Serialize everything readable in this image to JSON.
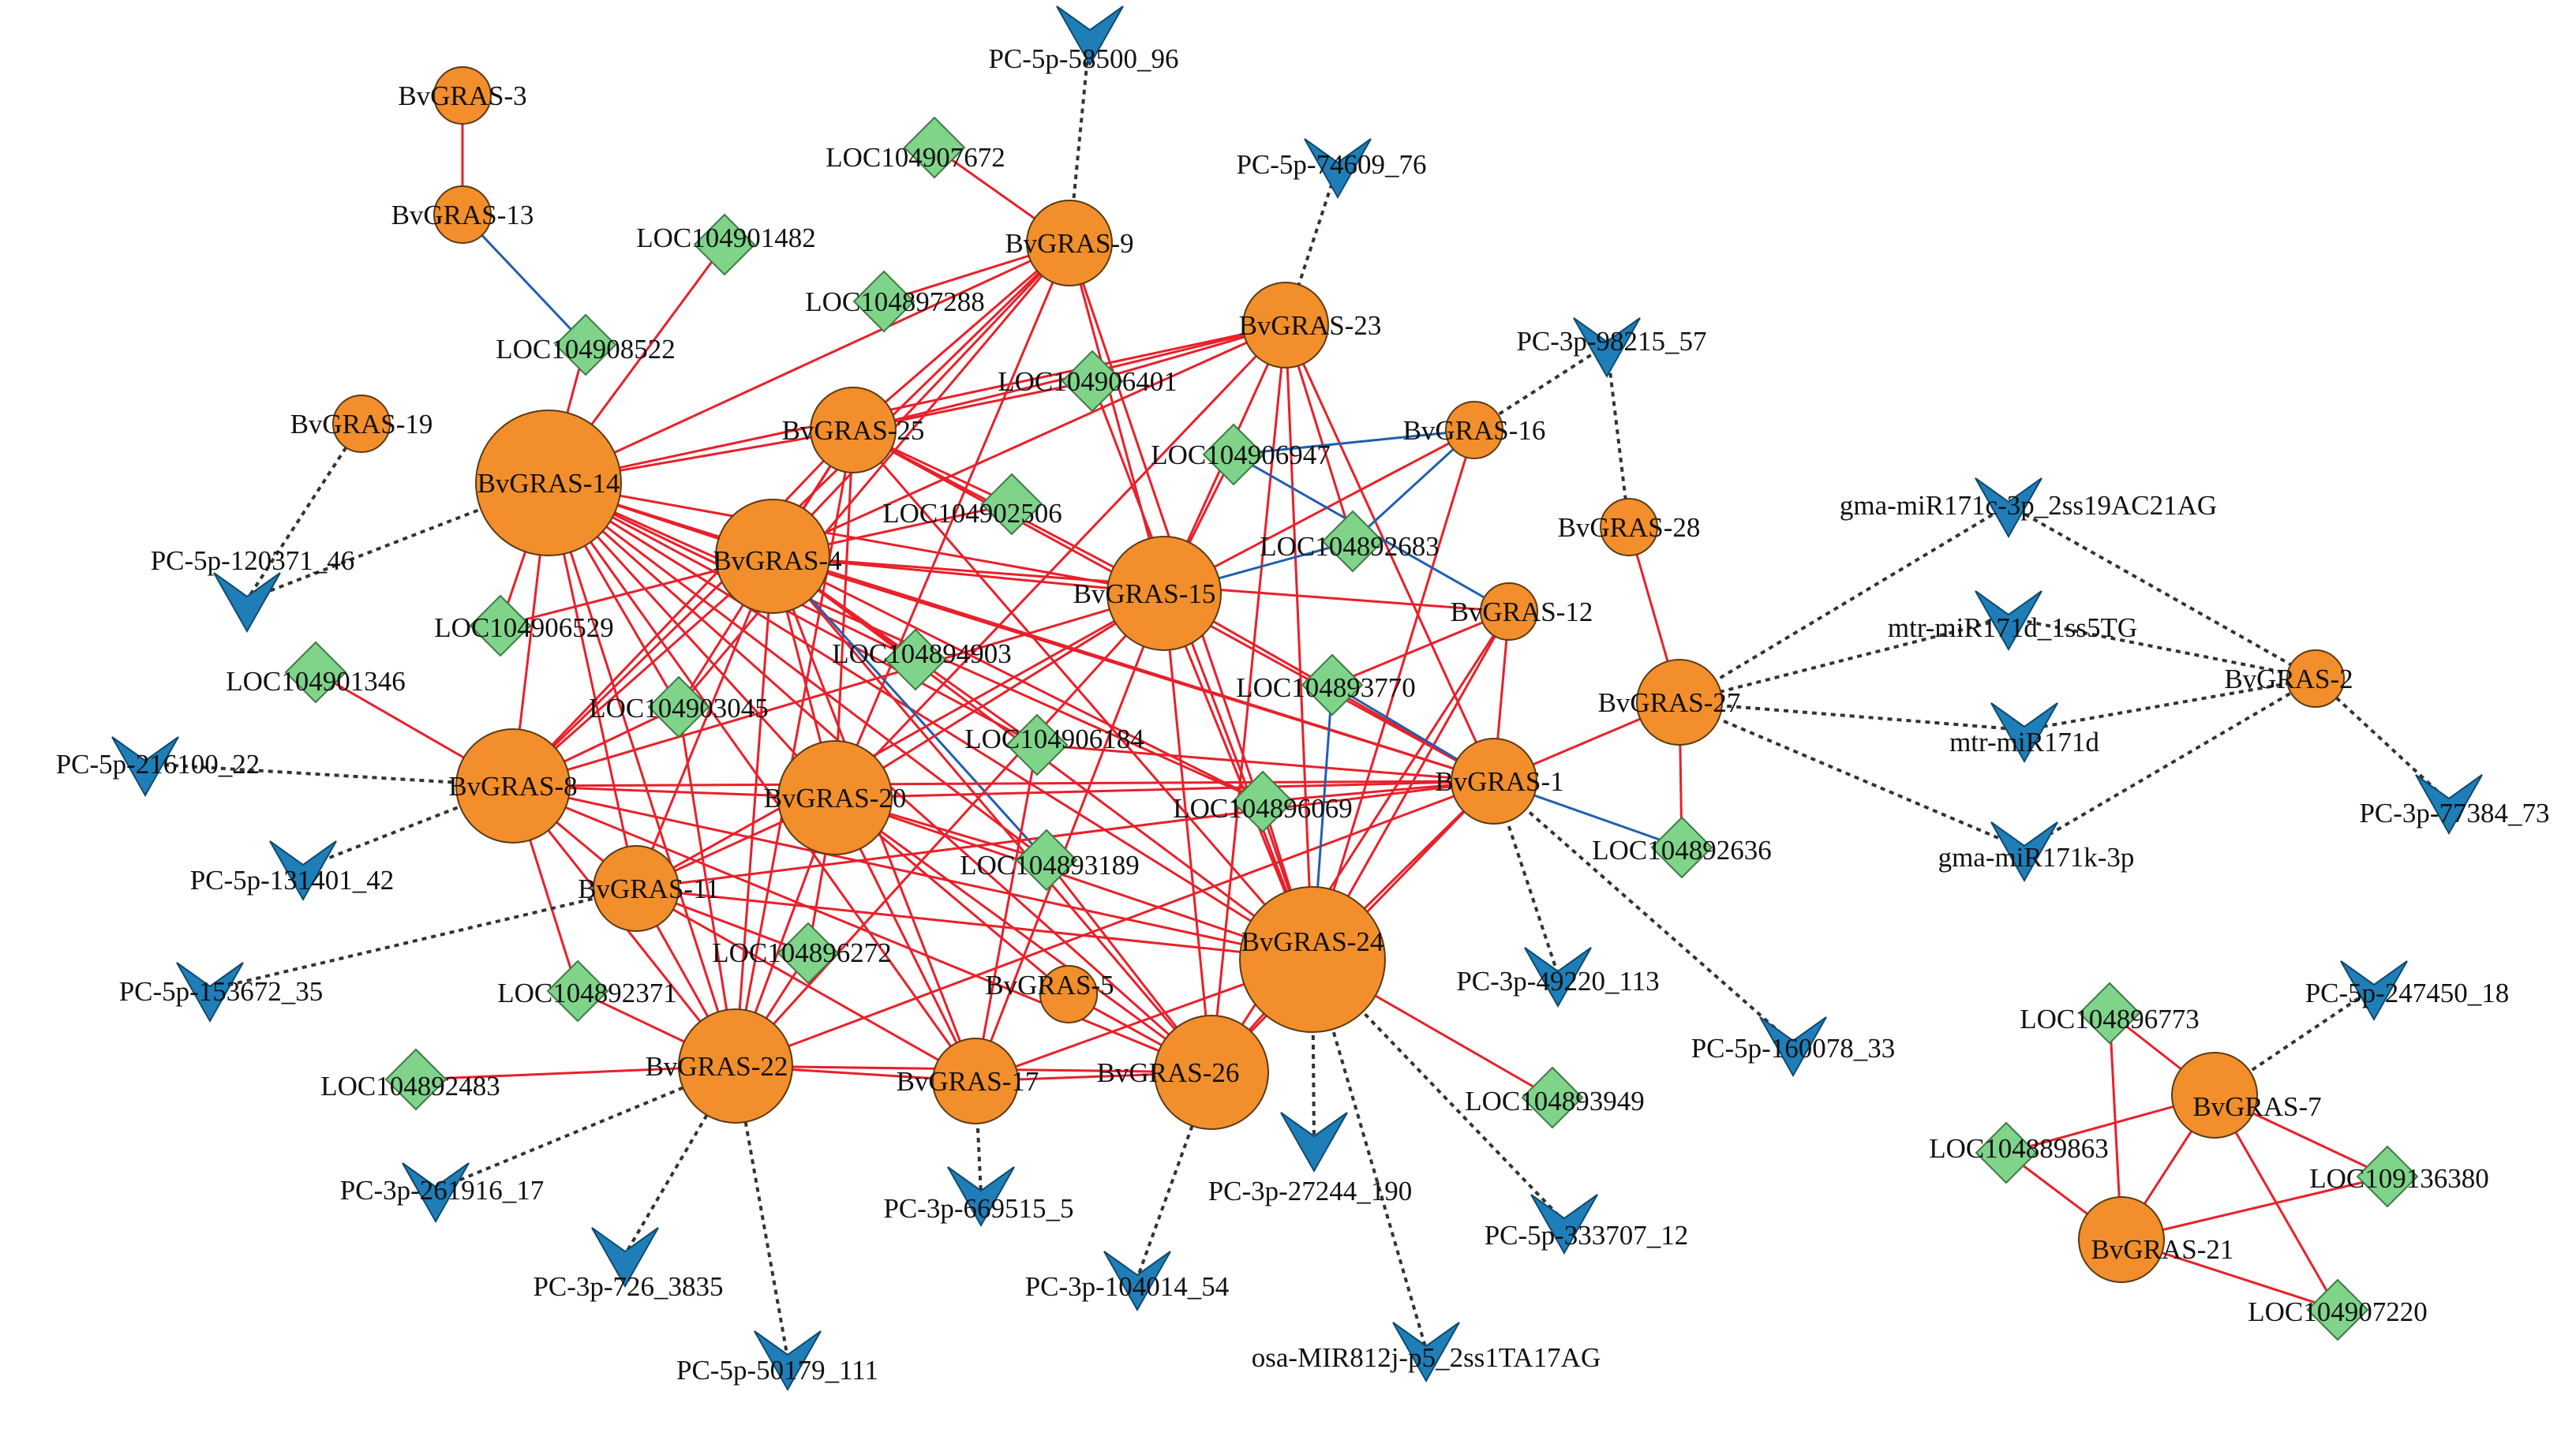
{
  "colors": {
    "gene": "#f28e2b",
    "lncrna": "#7fd48a",
    "mirna": "#1f7eb8",
    "positive_edge": "#e8202a",
    "negative_edge": "#1f5fb0",
    "mirna_edge": "#333333"
  },
  "nodes": [
    {
      "id": "g3",
      "type": "gene",
      "label": "BvGRAS-3",
      "size": "s"
    },
    {
      "id": "g13",
      "type": "gene",
      "label": "BvGRAS-13",
      "size": "s"
    },
    {
      "id": "g19",
      "type": "gene",
      "label": "BvGRAS-19",
      "size": "s"
    },
    {
      "id": "g14",
      "type": "gene",
      "label": "BvGRAS-14",
      "size": "xl"
    },
    {
      "id": "g25",
      "type": "gene",
      "label": "BvGRAS-25",
      "size": "m"
    },
    {
      "id": "g4",
      "type": "gene",
      "label": "BvGRAS-4",
      "size": "l"
    },
    {
      "id": "g9",
      "type": "gene",
      "label": "BvGRAS-9",
      "size": "m"
    },
    {
      "id": "g23",
      "type": "gene",
      "label": "BvGRAS-23",
      "size": "m"
    },
    {
      "id": "g15",
      "type": "gene",
      "label": "BvGRAS-15",
      "size": "l"
    },
    {
      "id": "g16",
      "type": "gene",
      "label": "BvGRAS-16",
      "size": "s"
    },
    {
      "id": "g28",
      "type": "gene",
      "label": "BvGRAS-28",
      "size": "s"
    },
    {
      "id": "g12",
      "type": "gene",
      "label": "BvGRAS-12",
      "size": "s"
    },
    {
      "id": "g27",
      "type": "gene",
      "label": "BvGRAS-27",
      "size": "m"
    },
    {
      "id": "g2",
      "type": "gene",
      "label": "BvGRAS-2",
      "size": "s"
    },
    {
      "id": "g1",
      "type": "gene",
      "label": "BvGRAS-1",
      "size": "m"
    },
    {
      "id": "g8",
      "type": "gene",
      "label": "BvGRAS-8",
      "size": "l"
    },
    {
      "id": "g20",
      "type": "gene",
      "label": "BvGRAS-20",
      "size": "l"
    },
    {
      "id": "g11",
      "type": "gene",
      "label": "BvGRAS-11",
      "size": "m"
    },
    {
      "id": "g24",
      "type": "gene",
      "label": "BvGRAS-24",
      "size": "xl"
    },
    {
      "id": "g5",
      "type": "gene",
      "label": "BvGRAS-5",
      "size": "s"
    },
    {
      "id": "g22",
      "type": "gene",
      "label": "BvGRAS-22",
      "size": "l"
    },
    {
      "id": "g17",
      "type": "gene",
      "label": "BvGRAS-17",
      "size": "m"
    },
    {
      "id": "g26",
      "type": "gene",
      "label": "BvGRAS-26",
      "size": "l"
    },
    {
      "id": "g7",
      "type": "gene",
      "label": "BvGRAS-7",
      "size": "m"
    },
    {
      "id": "g21",
      "type": "gene",
      "label": "BvGRAS-21",
      "size": "m"
    },
    {
      "id": "l907672",
      "type": "lncrna",
      "label": "LOC104907672"
    },
    {
      "id": "l901482",
      "type": "lncrna",
      "label": "LOC104901482"
    },
    {
      "id": "l897288",
      "type": "lncrna",
      "label": "LOC104897288"
    },
    {
      "id": "l908522",
      "type": "lncrna",
      "label": "LOC104908522"
    },
    {
      "id": "l906401",
      "type": "lncrna",
      "label": "LOC104906401"
    },
    {
      "id": "l906947",
      "type": "lncrna",
      "label": "LOC104906947"
    },
    {
      "id": "l902506",
      "type": "lncrna",
      "label": "LOC104902506"
    },
    {
      "id": "l892683",
      "type": "lncrna",
      "label": "LOC104892683"
    },
    {
      "id": "l906529",
      "type": "lncrna",
      "label": "LOC104906529"
    },
    {
      "id": "l901346",
      "type": "lncrna",
      "label": "LOC104901346"
    },
    {
      "id": "l894903",
      "type": "lncrna",
      "label": "LOC104894903"
    },
    {
      "id": "l893770",
      "type": "lncrna",
      "label": "LOC104893770"
    },
    {
      "id": "l903045",
      "type": "lncrna",
      "label": "LOC104903045"
    },
    {
      "id": "l906184",
      "type": "lncrna",
      "label": "LOC104906184"
    },
    {
      "id": "l896069",
      "type": "lncrna",
      "label": "LOC104896069"
    },
    {
      "id": "l892636",
      "type": "lncrna",
      "label": "LOC104892636"
    },
    {
      "id": "l893189",
      "type": "lncrna",
      "label": "LOC104893189"
    },
    {
      "id": "l896272",
      "type": "lncrna",
      "label": "LOC104896272"
    },
    {
      "id": "l892371",
      "type": "lncrna",
      "label": "LOC104892371"
    },
    {
      "id": "l892483",
      "type": "lncrna",
      "label": "LOC104892483"
    },
    {
      "id": "l893949",
      "type": "lncrna",
      "label": "LOC104893949"
    },
    {
      "id": "l896773",
      "type": "lncrna",
      "label": "LOC104896773"
    },
    {
      "id": "l889863",
      "type": "lncrna",
      "label": "LOC104889863"
    },
    {
      "id": "l136380",
      "type": "lncrna",
      "label": "LOC109136380"
    },
    {
      "id": "l907220",
      "type": "lncrna",
      "label": "LOC104907220"
    },
    {
      "id": "m58500",
      "type": "mirna",
      "label": "PC-5p-58500_96"
    },
    {
      "id": "m74609",
      "type": "mirna",
      "label": "PC-5p-74609_76"
    },
    {
      "id": "m98215",
      "type": "mirna",
      "label": "PC-3p-98215_57"
    },
    {
      "id": "m120371",
      "type": "mirna",
      "label": "PC-5p-120371_46"
    },
    {
      "id": "mgma171c",
      "type": "mirna",
      "label": "gma-miR171c-3p_2ss19AC21AG"
    },
    {
      "id": "mmtr171d1",
      "type": "mirna",
      "label": "mtr-miR171d_1ss5TG"
    },
    {
      "id": "mmtr171d",
      "type": "mirna",
      "label": "mtr-miR171d"
    },
    {
      "id": "mgma171k",
      "type": "mirna",
      "label": "gma-miR171k-3p"
    },
    {
      "id": "m77384",
      "type": "mirna",
      "label": "PC-3p-77384_73"
    },
    {
      "id": "m216100",
      "type": "mirna",
      "label": "PC-5p-216100_22"
    },
    {
      "id": "m131401",
      "type": "mirna",
      "label": "PC-5p-131401_42"
    },
    {
      "id": "m153672",
      "type": "mirna",
      "label": "PC-5p-153672_35"
    },
    {
      "id": "m49220",
      "type": "mirna",
      "label": "PC-3p-49220_113"
    },
    {
      "id": "m160078",
      "type": "mirna",
      "label": "PC-5p-160078_33"
    },
    {
      "id": "m247450",
      "type": "mirna",
      "label": "PC-5p-247450_18"
    },
    {
      "id": "m261916",
      "type": "mirna",
      "label": "PC-3p-261916_17"
    },
    {
      "id": "m726",
      "type": "mirna",
      "label": "PC-3p-726_3835"
    },
    {
      "id": "m50179",
      "type": "mirna",
      "label": "PC-5p-50179_111"
    },
    {
      "id": "m669515",
      "type": "mirna",
      "label": "PC-3p-669515_5"
    },
    {
      "id": "m104014",
      "type": "mirna",
      "label": "PC-3p-104014_54"
    },
    {
      "id": "m27244",
      "type": "mirna",
      "label": "PC-3p-27244_190"
    },
    {
      "id": "mosa812",
      "type": "mirna",
      "label": "osa-MIR812j-p5_2ss1TA17AG"
    },
    {
      "id": "m333707",
      "type": "mirna",
      "label": "PC-5p-333707_12"
    }
  ],
  "edges": [
    [
      "g3",
      "g13",
      "pos"
    ],
    [
      "g13",
      "l908522",
      "neg"
    ],
    [
      "g9",
      "l907672",
      "pos"
    ],
    [
      "g9",
      "l897288",
      "pos"
    ],
    [
      "g9",
      "g14",
      "pos"
    ],
    [
      "g9",
      "g25",
      "pos"
    ],
    [
      "g9",
      "g4",
      "pos"
    ],
    [
      "g9",
      "g15",
      "pos"
    ],
    [
      "g9",
      "g20",
      "pos"
    ],
    [
      "g9",
      "g8",
      "pos"
    ],
    [
      "g9",
      "g24",
      "pos"
    ],
    [
      "g9",
      "l903045",
      "pos"
    ],
    [
      "g23",
      "l906401",
      "pos"
    ],
    [
      "g23",
      "g25",
      "pos"
    ],
    [
      "g23",
      "g4",
      "pos"
    ],
    [
      "g23",
      "g15",
      "pos"
    ],
    [
      "g23",
      "g24",
      "pos"
    ],
    [
      "g23",
      "g1",
      "pos"
    ],
    [
      "g23",
      "g26",
      "pos"
    ],
    [
      "g23",
      "l892683",
      "pos"
    ],
    [
      "g23",
      "g20",
      "pos"
    ],
    [
      "g23",
      "g14",
      "pos"
    ],
    [
      "g14",
      "l901482",
      "pos"
    ],
    [
      "g14",
      "l908522",
      "pos"
    ],
    [
      "g14",
      "g25",
      "pos"
    ],
    [
      "g14",
      "g4",
      "pos"
    ],
    [
      "g14",
      "g15",
      "pos"
    ],
    [
      "g14",
      "g20",
      "pos"
    ],
    [
      "g14",
      "g8",
      "pos"
    ],
    [
      "g14",
      "g11",
      "pos"
    ],
    [
      "g14",
      "g22",
      "pos"
    ],
    [
      "g14",
      "g17",
      "pos"
    ],
    [
      "g14",
      "g24",
      "pos"
    ],
    [
      "g14",
      "g1",
      "pos"
    ],
    [
      "g14",
      "l906529",
      "pos"
    ],
    [
      "g14",
      "l903045",
      "pos"
    ],
    [
      "g14",
      "l894903",
      "pos"
    ],
    [
      "g14",
      "l906184",
      "pos"
    ],
    [
      "g14",
      "l896069",
      "pos"
    ],
    [
      "g14",
      "l893189",
      "pos"
    ],
    [
      "g14",
      "g26",
      "pos"
    ],
    [
      "g25",
      "g4",
      "pos"
    ],
    [
      "g25",
      "g15",
      "pos"
    ],
    [
      "g25",
      "g20",
      "pos"
    ],
    [
      "g25",
      "g8",
      "pos"
    ],
    [
      "g25",
      "g24",
      "pos"
    ],
    [
      "g25",
      "g1",
      "pos"
    ],
    [
      "g25",
      "l906401",
      "pos"
    ],
    [
      "g25",
      "l902506",
      "pos"
    ],
    [
      "g25",
      "l903045",
      "pos"
    ],
    [
      "g25",
      "g22",
      "pos"
    ],
    [
      "g4",
      "g15",
      "pos"
    ],
    [
      "g4",
      "g20",
      "pos"
    ],
    [
      "g4",
      "g8",
      "pos"
    ],
    [
      "g4",
      "g11",
      "pos"
    ],
    [
      "g4",
      "g22",
      "pos"
    ],
    [
      "g4",
      "g17",
      "pos"
    ],
    [
      "g4",
      "g24",
      "pos"
    ],
    [
      "g4",
      "g26",
      "pos"
    ],
    [
      "g4",
      "g1",
      "pos"
    ],
    [
      "g4",
      "l902506",
      "pos"
    ],
    [
      "g4",
      "l894903",
      "pos"
    ],
    [
      "g4",
      "l906184",
      "pos"
    ],
    [
      "g4",
      "l893189",
      "neg"
    ],
    [
      "g4",
      "l896069",
      "pos"
    ],
    [
      "g4",
      "l906529",
      "pos"
    ],
    [
      "g4",
      "g12",
      "pos"
    ],
    [
      "g15",
      "g20",
      "pos"
    ],
    [
      "g15",
      "g8",
      "pos"
    ],
    [
      "g15",
      "g22",
      "pos"
    ],
    [
      "g15",
      "g24",
      "pos"
    ],
    [
      "g15",
      "g1",
      "pos"
    ],
    [
      "g15",
      "g26",
      "pos"
    ],
    [
      "g15",
      "l892683",
      "neg"
    ],
    [
      "g15",
      "l906947",
      "pos"
    ],
    [
      "g15",
      "g17",
      "pos"
    ],
    [
      "g15",
      "g11",
      "pos"
    ],
    [
      "g16",
      "l906947",
      "neg"
    ],
    [
      "g16",
      "l892683",
      "neg"
    ],
    [
      "g16",
      "g24",
      "pos"
    ],
    [
      "g16",
      "g15",
      "pos"
    ],
    [
      "g12",
      "l906947",
      "neg"
    ],
    [
      "g12",
      "l893770",
      "pos"
    ],
    [
      "g12",
      "g24",
      "pos"
    ],
    [
      "g12",
      "g1",
      "pos"
    ],
    [
      "g12",
      "g26",
      "pos"
    ],
    [
      "g1",
      "g8",
      "pos"
    ],
    [
      "g1",
      "g20",
      "pos"
    ],
    [
      "g1",
      "g11",
      "pos"
    ],
    [
      "g1",
      "g24",
      "pos"
    ],
    [
      "g1",
      "l892636",
      "neg"
    ],
    [
      "g1",
      "l893770",
      "neg"
    ],
    [
      "g1",
      "l906184",
      "pos"
    ],
    [
      "g1",
      "l896069",
      "pos"
    ],
    [
      "g1",
      "g22",
      "pos"
    ],
    [
      "g1",
      "g26",
      "pos"
    ],
    [
      "g1",
      "g27",
      "pos"
    ],
    [
      "g28",
      "g27",
      "pos"
    ],
    [
      "g27",
      "l892636",
      "pos"
    ],
    [
      "g8",
      "l901346",
      "pos"
    ],
    [
      "g8",
      "g20",
      "pos"
    ],
    [
      "g8",
      "g11",
      "pos"
    ],
    [
      "g8",
      "g22",
      "pos"
    ],
    [
      "g8",
      "l892371",
      "pos"
    ],
    [
      "g8",
      "l903045",
      "pos"
    ],
    [
      "g8",
      "g24",
      "pos"
    ],
    [
      "g8",
      "g26",
      "pos"
    ],
    [
      "g20",
      "g11",
      "pos"
    ],
    [
      "g20",
      "g22",
      "pos"
    ],
    [
      "g20",
      "g17",
      "pos"
    ],
    [
      "g20",
      "g24",
      "pos"
    ],
    [
      "g20",
      "g26",
      "pos"
    ],
    [
      "g20",
      "l896272",
      "pos"
    ],
    [
      "g20",
      "l893189",
      "pos"
    ],
    [
      "g20",
      "g5",
      "pos"
    ],
    [
      "g11",
      "g22",
      "pos"
    ],
    [
      "g11",
      "g24",
      "pos"
    ],
    [
      "g11",
      "g17",
      "pos"
    ],
    [
      "g11",
      "l896272",
      "pos"
    ],
    [
      "g22",
      "l892483",
      "pos"
    ],
    [
      "g22",
      "g17",
      "pos"
    ],
    [
      "g22",
      "l892371",
      "pos"
    ],
    [
      "g22",
      "l896272",
      "pos"
    ],
    [
      "g22",
      "g26",
      "pos"
    ],
    [
      "g22",
      "l903045",
      "pos"
    ],
    [
      "g24",
      "l893949",
      "pos"
    ],
    [
      "g24",
      "l896069",
      "pos"
    ],
    [
      "g24",
      "l893770",
      "neg"
    ],
    [
      "g24",
      "g26",
      "pos"
    ],
    [
      "g24",
      "g17",
      "pos"
    ],
    [
      "g24",
      "l906401",
      "pos"
    ],
    [
      "g26",
      "l893189",
      "pos"
    ],
    [
      "g26",
      "g17",
      "pos"
    ],
    [
      "g17",
      "l906184",
      "pos"
    ],
    [
      "g5",
      "g26",
      "pos"
    ],
    [
      "g7",
      "l896773",
      "pos"
    ],
    [
      "g7",
      "l889863",
      "pos"
    ],
    [
      "g7",
      "l136380",
      "pos"
    ],
    [
      "g7",
      "g21",
      "pos"
    ],
    [
      "g21",
      "l896773",
      "pos"
    ],
    [
      "g21",
      "l889863",
      "pos"
    ],
    [
      "g21",
      "l136380",
      "pos"
    ],
    [
      "g21",
      "l907220",
      "pos"
    ],
    [
      "g7",
      "l907220",
      "pos"
    ],
    [
      "m58500",
      "g9",
      "mir"
    ],
    [
      "m74609",
      "g23",
      "mir"
    ],
    [
      "m98215",
      "g16",
      "mir"
    ],
    [
      "m98215",
      "g28",
      "mir"
    ],
    [
      "g19",
      "m120371",
      "mir"
    ],
    [
      "g14",
      "m120371",
      "mir"
    ],
    [
      "mgma171c",
      "g27",
      "mir"
    ],
    [
      "mgma171c",
      "g2",
      "mir"
    ],
    [
      "mmtr171d1",
      "g27",
      "mir"
    ],
    [
      "mmtr171d1",
      "g2",
      "mir"
    ],
    [
      "mmtr171d",
      "g27",
      "mir"
    ],
    [
      "mmtr171d",
      "g2",
      "mir"
    ],
    [
      "mgma171k",
      "g27",
      "mir"
    ],
    [
      "mgma171k",
      "g2",
      "mir"
    ],
    [
      "g2",
      "m77384",
      "mir"
    ],
    [
      "m216100",
      "g8",
      "mir"
    ],
    [
      "m131401",
      "g8",
      "mir"
    ],
    [
      "m153672",
      "g11",
      "mir"
    ],
    [
      "g1",
      "m49220",
      "mir"
    ],
    [
      "g1",
      "m160078",
      "mir"
    ],
    [
      "m247450",
      "g7",
      "mir"
    ],
    [
      "g22",
      "m261916",
      "mir"
    ],
    [
      "g22",
      "m726",
      "mir"
    ],
    [
      "g22",
      "m50179",
      "mir"
    ],
    [
      "g17",
      "m669515",
      "mir"
    ],
    [
      "g26",
      "m104014",
      "mir"
    ],
    [
      "g24",
      "m27244",
      "mir"
    ],
    [
      "g24",
      "mosa812",
      "mir"
    ],
    [
      "g24",
      "m333707",
      "mir"
    ]
  ]
}
